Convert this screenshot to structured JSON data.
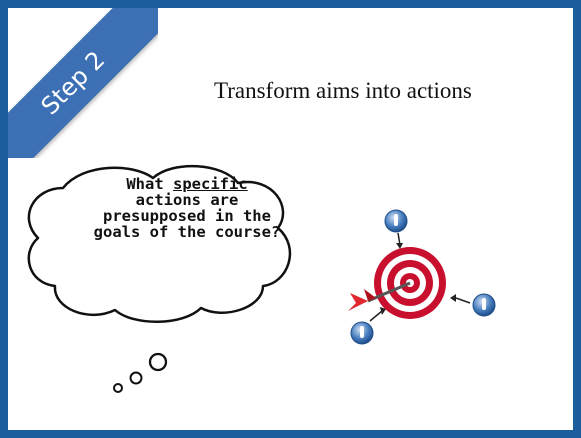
{
  "ribbon": {
    "label": "Step 2"
  },
  "slide": {
    "title": "Transform aims into actions"
  },
  "thought_bubble": {
    "line1_pre": "What ",
    "line1_emph": "specific",
    "line2": "actions are",
    "line3": "presupposed in the",
    "line4": "goals of the course?"
  },
  "colors": {
    "frame": "#1a5f9c",
    "ribbon": "#3d6fb4",
    "target_red": "#c8102e",
    "dart_red": "#e0282e",
    "pin_blue": "#4a7fc0"
  },
  "icons": [
    "thought-cloud",
    "target-icon",
    "dart-icon",
    "pin-icon"
  ]
}
